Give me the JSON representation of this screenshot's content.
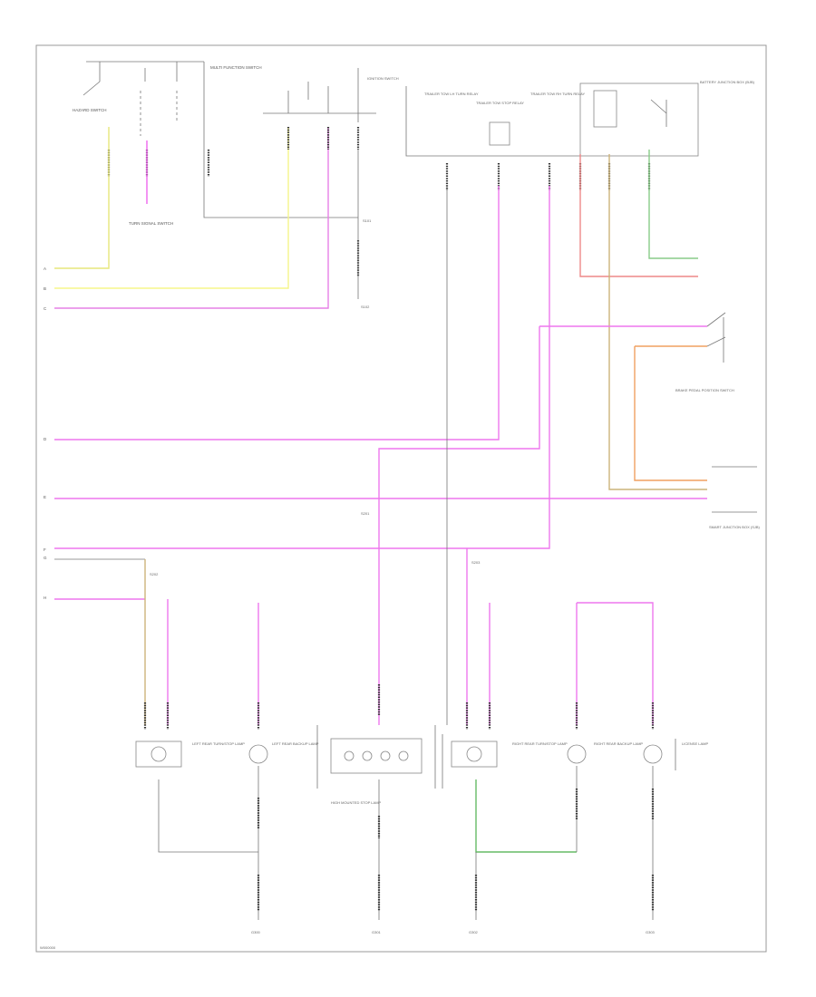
{
  "diagram": {
    "footer_code": "W000000",
    "components": {
      "hazard_switch": "HAZARD SWITCH",
      "turn_signal_switch": "TURN SIGNAL SWITCH",
      "multifunction_switch": "MULTI FUNCTION SWITCH",
      "ignition_switch": "IGNITION SWITCH",
      "trailer_tow_lh": "TRAILER TOW LH TURN RELAY",
      "trailer_tow_stop": "TRAILER TOW STOP RELAY",
      "trailer_tow_rh": "TRAILER TOW RH TURN RELAY",
      "battery_junction_box": "BATTERY JUNCTION BOX (BJB)",
      "brake_pedal_switch": "BRAKE PEDAL POSITION SWITCH",
      "smart_junction_box": "SMART JUNCTION BOX (SJB)",
      "lh_rear_lamp": "LEFT REAR TURN/STOP LAMP",
      "lh_rear_backup": "LEFT REAR BACKUP LAMP",
      "high_mount_stop": "HIGH MOUNTED STOP LAMP",
      "rh_rear_lamp": "RIGHT REAR TURN/STOP LAMP",
      "rh_rear_backup": "RIGHT REAR BACKUP LAMP",
      "license_lamp": "LICENSE LAMP"
    },
    "splices": [
      "S101",
      "S102",
      "S201",
      "S202",
      "S203"
    ],
    "grounds": [
      "G300",
      "G301",
      "G302",
      "G303"
    ],
    "side_labels": [
      "A",
      "B",
      "C",
      "D",
      "E",
      "F",
      "G",
      "H"
    ]
  }
}
